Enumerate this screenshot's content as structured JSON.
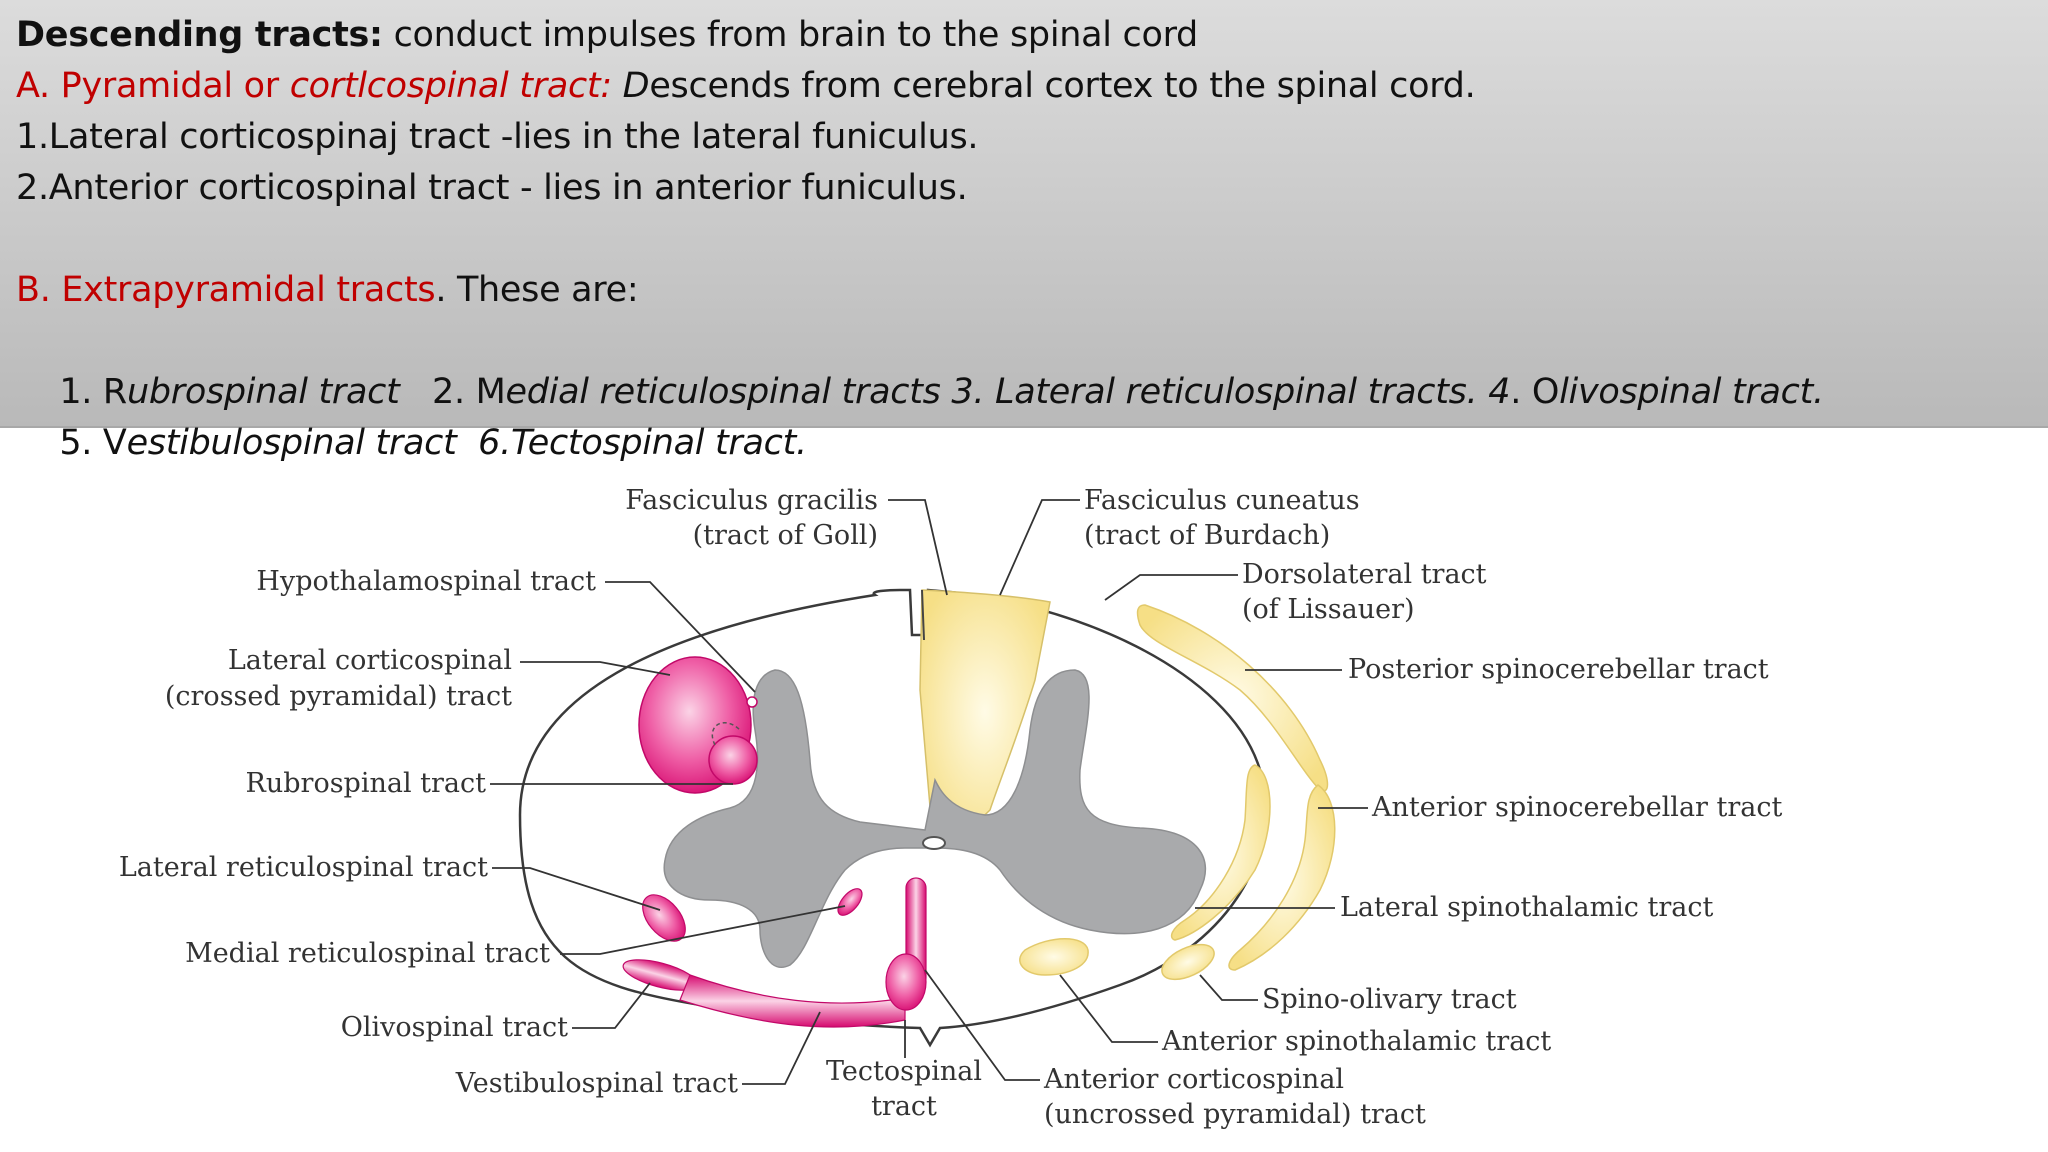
{
  "header": {
    "line1": {
      "bold": "Descending tracts:",
      "rest": " conduct impulses from brain to the spinal cord"
    },
    "line2": {
      "red_a": "A. Pyramidal or ",
      "red_b": "cortlcospinal tract:",
      "rest_i": " D",
      "rest": "escends from cerebral cortex to the spinal cord."
    },
    "line3": "1.Lateral corticospinaj tract -lies in the lateral funiculus.",
    "line4": "2.Anterior corticospinal tract - lies in anterior funiculus.",
    "line5": {
      "red": "B. Extrapyramidal tracts",
      "rest": ". These are:"
    },
    "line6": {
      "p1": "1. R",
      "p1i": "ubrospinal tract",
      "p2": "   2. M",
      "p2i": "edial reticulospinal tracts 3. Lateral reticulospinal tracts. 4",
      "p3": ". O",
      "p3i": "livospinal tract."
    },
    "line7": {
      "p1": "5. V",
      "p1i": "estibulospinal tract  6.",
      "p2": "Tectospinal tract."
    }
  },
  "labels": {
    "fasciculus_gracilis_1": "Fasciculus gracilis",
    "fasciculus_gracilis_2": "(tract of Goll)",
    "fasciculus_cuneatus_1": "Fasciculus cuneatus",
    "fasciculus_cuneatus_2": "(tract of Burdach)",
    "hypothalamospinal": "Hypothalamospinal tract",
    "dorsolateral_1": "Dorsolateral tract",
    "dorsolateral_2": "(of Lissauer)",
    "lateral_corticospinal_1": "Lateral corticospinal",
    "lateral_corticospinal_2": "(crossed pyramidal) tract",
    "posterior_spinocerebellar": "Posterior spinocerebellar tract",
    "rubrospinal": "Rubrospinal tract",
    "anterior_spinocerebellar": "Anterior spinocerebellar tract",
    "lateral_reticulospinal": "Lateral reticulospinal tract",
    "lateral_spinothalamic": "Lateral spinothalamic tract",
    "medial_reticulospinal": "Medial reticulospinal tract",
    "spino_olivary": "Spino-olivary tract",
    "olivospinal": "Olivospinal tract",
    "anterior_spinothalamic": "Anterior spinothalamic tract",
    "vestibulospinal": "Vestibulospinal tract",
    "tectospinal_1": "Tectospinal",
    "tectospinal_2": "tract",
    "anterior_corticospinal_1": "Anterior corticospinal",
    "anterior_corticospinal_2": "(uncrossed pyramidal) tract"
  },
  "colors": {
    "descending_tract": "#e5157f",
    "ascending_tract": "#f8e79a",
    "gray_matter": "#a9aaac",
    "header_red": "#c00000"
  }
}
